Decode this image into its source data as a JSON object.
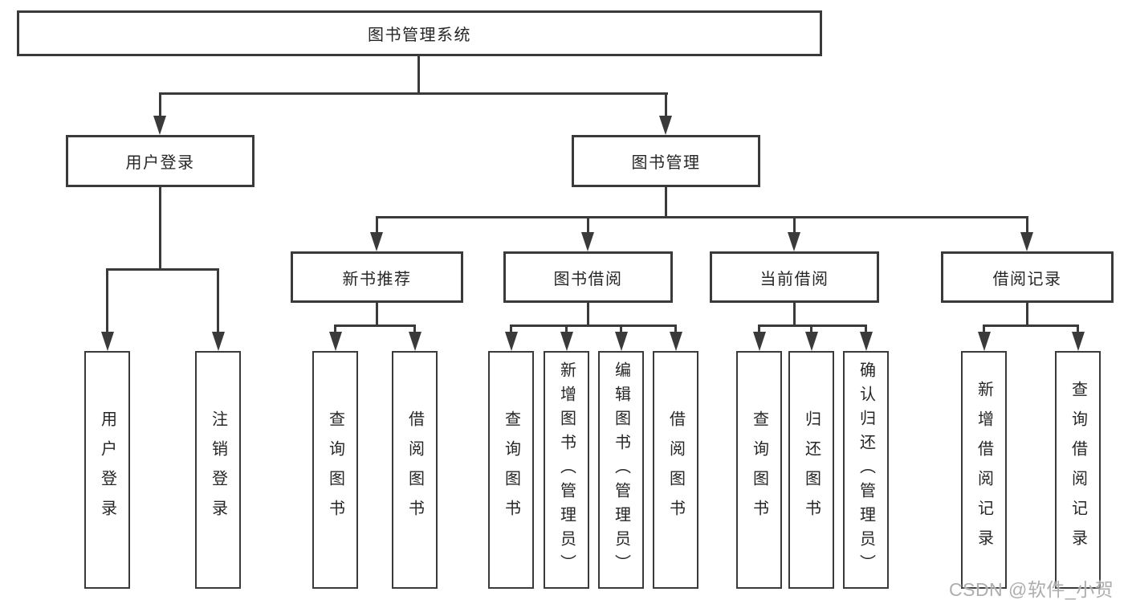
{
  "diagram": {
    "tree": {
      "root": {
        "label": "图书管理系统"
      },
      "branches": [
        {
          "label": "用户登录",
          "children": [
            {
              "label": "用户登录"
            },
            {
              "label": "注销登录"
            }
          ]
        },
        {
          "label": "图书管理",
          "children": [
            {
              "label": "新书推荐",
              "children": [
                {
                  "label": "查询图书"
                },
                {
                  "label": "借阅图书"
                }
              ]
            },
            {
              "label": "图书借阅",
              "children": [
                {
                  "label": "查询图书"
                },
                {
                  "label": "新增图书（管理员）"
                },
                {
                  "label": "编辑图书（管理员）"
                },
                {
                  "label": "借阅图书"
                }
              ]
            },
            {
              "label": "当前借阅",
              "children": [
                {
                  "label": "查询图书"
                },
                {
                  "label": "归还图书"
                },
                {
                  "label": "确认归还（管理员）"
                }
              ]
            },
            {
              "label": "借阅记录",
              "children": [
                {
                  "label": "新增借阅记录"
                },
                {
                  "label": "查询借阅记录"
                }
              ]
            }
          ]
        }
      ]
    },
    "watermark": "CSDN @软件_小贺同学",
    "colors": {
      "line": "#3a3a3a",
      "text": "#262626",
      "background": "#ffffff",
      "watermark": "#aaaaaa"
    }
  }
}
